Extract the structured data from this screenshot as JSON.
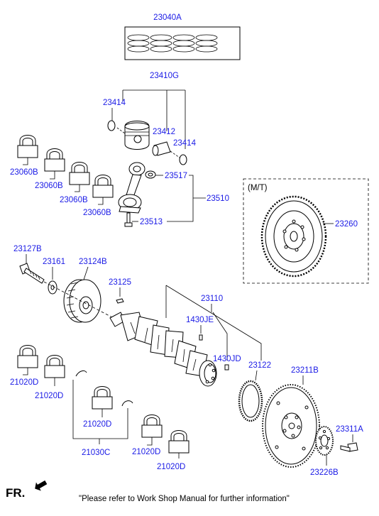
{
  "labels": {
    "l23040A": "23040A",
    "l23410G": "23410G",
    "l23414a": "23414",
    "l23412": "23412",
    "l23414b": "23414",
    "l23060B_1": "23060B",
    "l23060B_2": "23060B",
    "l23060B_3": "23060B",
    "l23060B_4": "23060B",
    "l23517": "23517",
    "l23510": "23510",
    "l23513": "23513",
    "l23260": "23260",
    "l23127B": "23127B",
    "l23161": "23161",
    "l23124B": "23124B",
    "l23125": "23125",
    "l23110": "23110",
    "l1430JE": "1430JE",
    "l1430JD": "1430JD",
    "l23122": "23122",
    "l23211B": "23211B",
    "l21020D_1": "21020D",
    "l21020D_2": "21020D",
    "l21020D_3": "21020D",
    "l21020D_4": "21020D",
    "l21020D_5": "21020D",
    "l21030C": "21030C",
    "l23311A": "23311A",
    "l23226B": "23226B"
  },
  "section_mt": "(M/T)",
  "fr_label": "FR.",
  "footer_note": "\"Please refer to Work Shop Manual for further information\""
}
